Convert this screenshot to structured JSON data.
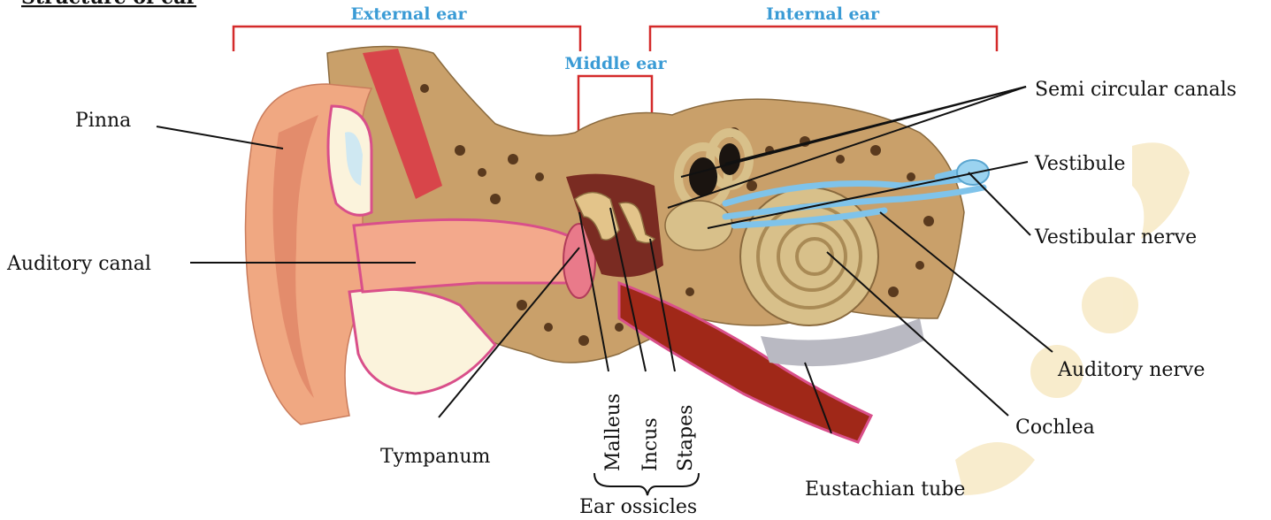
{
  "title": "Structure of ear",
  "sections": {
    "external": "External ear",
    "internal": "Internal ear",
    "middle": "Middle ear"
  },
  "labels": {
    "pinna": "Pinna",
    "auditory_canal": "Auditory canal",
    "tympanum": "Tympanum",
    "malleus": "Malleus",
    "incus": "Incus",
    "stapes": "Stapes",
    "ear_ossicles": "Ear ossicles",
    "eustachian_tube": "Eustachian tube",
    "semi_circular_canals": "Semi circular canals",
    "vestibule": "Vestibule",
    "vestibular_nerve": "Vestibular nerve",
    "auditory_nerve": "Auditory nerve",
    "cochlea": "Cochlea"
  },
  "colors": {
    "bracket": "#d42a2a",
    "section_text": "#3a9bd5",
    "bone": "#c9a06a",
    "skin": "#f0a882",
    "lining": "#d94f8a",
    "nerve": "#7fc3ea",
    "watermark": "#f7e9c4"
  }
}
